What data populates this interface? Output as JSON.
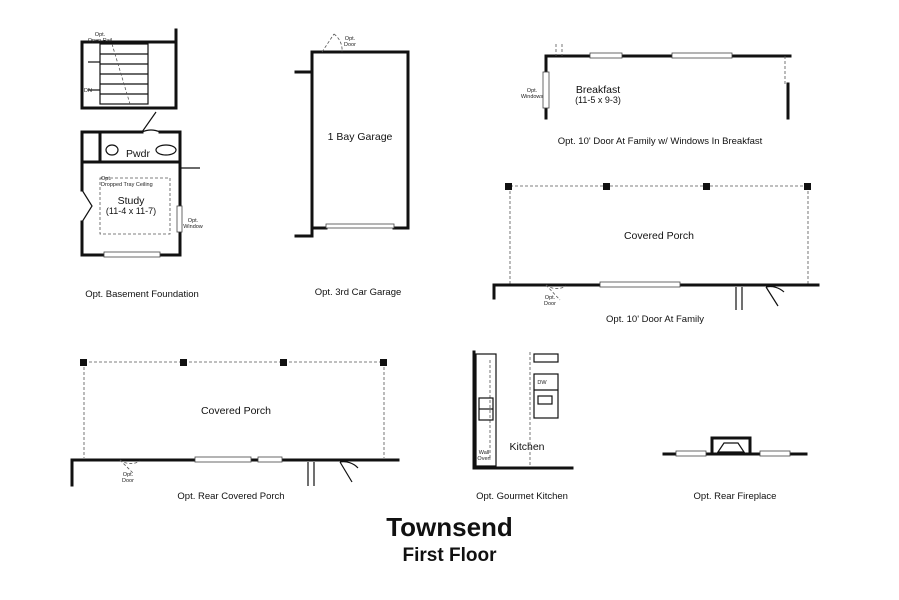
{
  "title": "Townsend",
  "subtitle": "First Floor",
  "panels": {
    "basement": {
      "caption": "Opt. Basement Foundation",
      "pwdr": "Pwdr",
      "study": "Study",
      "study_dims": "(11-4 x 11-7)",
      "open_rail": [
        "Opt.",
        "Open Rail"
      ],
      "dn": "DN",
      "tray": [
        "Opt.",
        "Dropped Tray Ceiling"
      ],
      "window": [
        "Opt.",
        "Window"
      ]
    },
    "garage": {
      "caption": "Opt. 3rd Car Garage",
      "room": "1 Bay Garage",
      "door": [
        "Opt.",
        "Door"
      ]
    },
    "breakfast": {
      "caption": "Opt. 10' Door At Family w/ Windows In Breakfast",
      "room": "Breakfast",
      "dims": "(11-5 x 9-3)",
      "windows": [
        "Opt.",
        "Windows"
      ]
    },
    "porch_family": {
      "caption": "Opt. 10' Door At Family",
      "room": "Covered Porch",
      "door": [
        "Opt.",
        "Door"
      ]
    },
    "rear_porch": {
      "caption": "Opt. Rear Covered Porch",
      "room": "Covered Porch",
      "door": [
        "Opt.",
        "Door"
      ]
    },
    "kitchen": {
      "caption": "Opt. Gourmet Kitchen",
      "room": "Kitchen",
      "dw": "DW",
      "oven": [
        "Wall",
        "Oven"
      ]
    },
    "fireplace": {
      "caption": "Opt. Rear Fireplace"
    }
  }
}
